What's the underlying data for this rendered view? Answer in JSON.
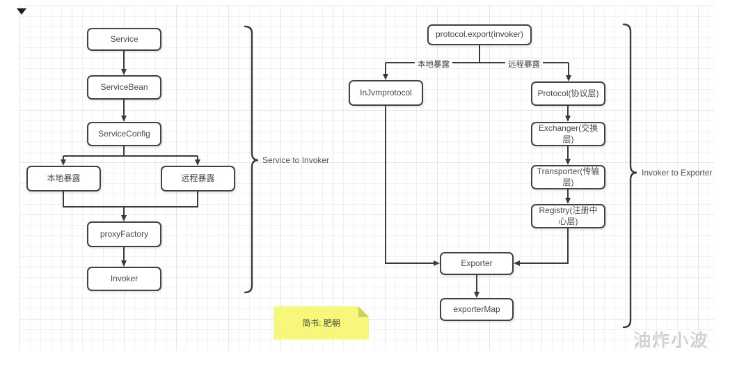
{
  "diagram": {
    "left_flow": {
      "brace_label": "Service to Invoker",
      "nodes": {
        "service": "Service",
        "service_bean": "ServiceBean",
        "service_config": "ServiceConfig",
        "local_expose": "本地暴露",
        "remote_expose": "远程暴露",
        "proxy_factory": "proxyFactory",
        "invoker": "Invoker"
      }
    },
    "right_flow": {
      "brace_label": "Invoker to Exporter",
      "edge_labels": {
        "local": "本地暴露",
        "remote": "远程暴露"
      },
      "nodes": {
        "protocol_export": "protocol.export(invoker)",
        "in_jvm_protocol": "InJvmprotocol",
        "protocol_layer": "Protocol(协议层)",
        "exchanger": "Exchanger(交换层)",
        "transporter": "Transporter(传输层)",
        "registry": "Registry(注册中心层)",
        "exporter": "Exporter",
        "exporter_map": "exporterMap"
      }
    },
    "note": {
      "text": "简书: 肥朝"
    },
    "watermark": "油炸小波",
    "colors": {
      "line": "#3a3a3a",
      "note_fill": "#f7f77c",
      "grid": "#efefef",
      "watermark": "#d7d7d7"
    }
  }
}
